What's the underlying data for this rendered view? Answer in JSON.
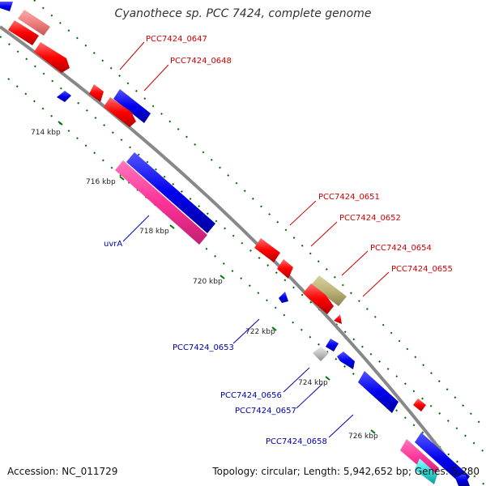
{
  "title": "Cyanothece sp. PCC 7424, complete genome",
  "footer": {
    "accession": "Accession: NC_011729",
    "summary": "Topology: circular; Length: 5,942,652 bp; Genes: 5,280"
  },
  "colors": {
    "red": "#ff0000",
    "blue": "#0000ee",
    "pink": "#ff3399",
    "olive": "#bbb377",
    "salmon": "#f08080",
    "gray": "#c0c0c0",
    "cyan": "#33dddd",
    "label_red": "#cc0000",
    "label_blue": "#0000aa",
    "tick_green": "#007700"
  },
  "ticks": [
    "714 kbp",
    "716 kbp",
    "718 kbp",
    "720 kbp",
    "722 kbp",
    "724 kbp",
    "726 kbp"
  ],
  "gene_labels": [
    {
      "text": "PCC7424_0647",
      "color": "red"
    },
    {
      "text": "PCC7424_0648",
      "color": "red"
    },
    {
      "text": "PCC7424_0651",
      "color": "red"
    },
    {
      "text": "PCC7424_0652",
      "color": "red"
    },
    {
      "text": "PCC7424_0654",
      "color": "red"
    },
    {
      "text": "PCC7424_0655",
      "color": "red"
    },
    {
      "text": "uvrA",
      "color": "blue"
    },
    {
      "text": "PCC7424_0653",
      "color": "blue"
    },
    {
      "text": "PCC7424_0656",
      "color": "blue"
    },
    {
      "text": "PCC7424_0657",
      "color": "blue"
    },
    {
      "text": "PCC7424_0658",
      "color": "blue"
    }
  ]
}
